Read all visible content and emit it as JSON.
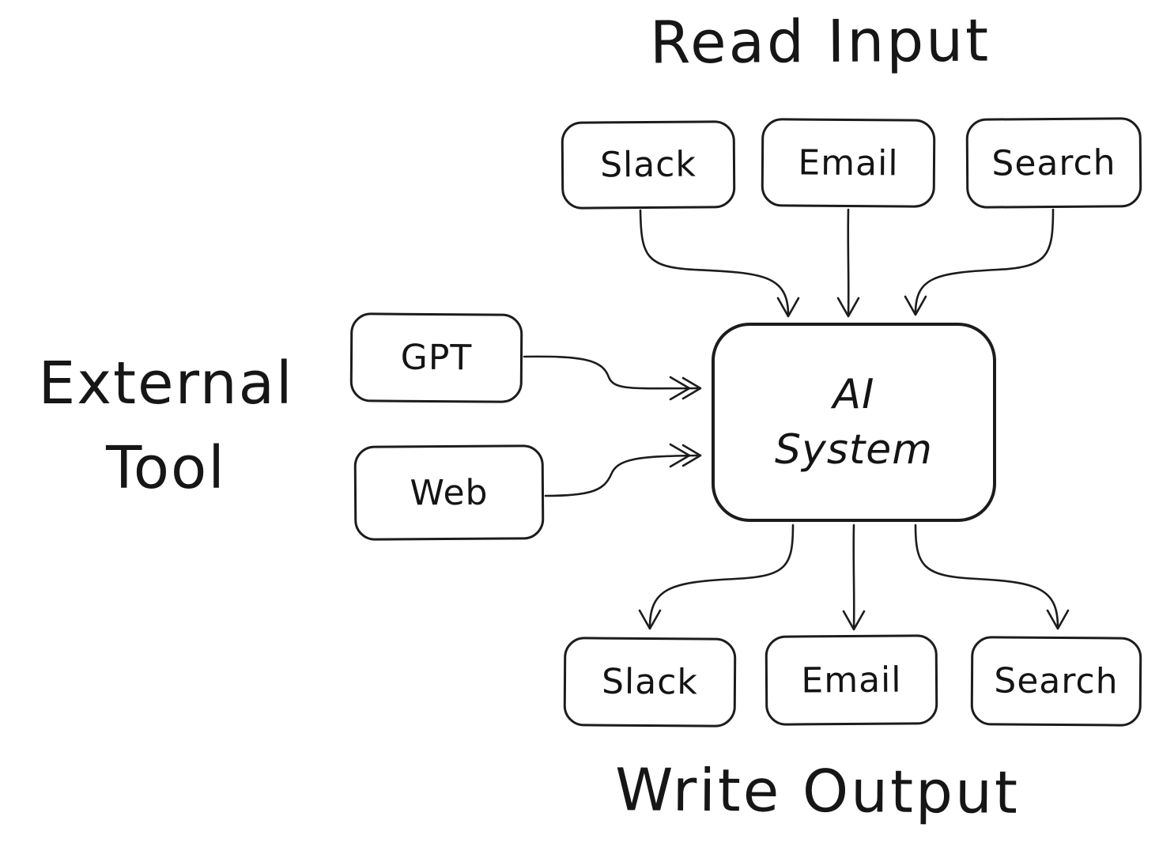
{
  "diagram": {
    "titles": {
      "read_input": "Read Input",
      "write_output": "Write Output",
      "external_tool_line1": "External",
      "external_tool_line2": "Tool"
    },
    "center_node": {
      "line1": "AI",
      "line2": "System"
    },
    "input_nodes": [
      {
        "label": "Slack"
      },
      {
        "label": "Email"
      },
      {
        "label": "Search"
      }
    ],
    "output_nodes": [
      {
        "label": "Slack"
      },
      {
        "label": "Email"
      },
      {
        "label": "Search"
      }
    ],
    "tool_nodes": [
      {
        "label": "GPT"
      },
      {
        "label": "Web"
      }
    ],
    "colors": {
      "ink": "#1c1c1c",
      "background": "#ffffff"
    }
  }
}
